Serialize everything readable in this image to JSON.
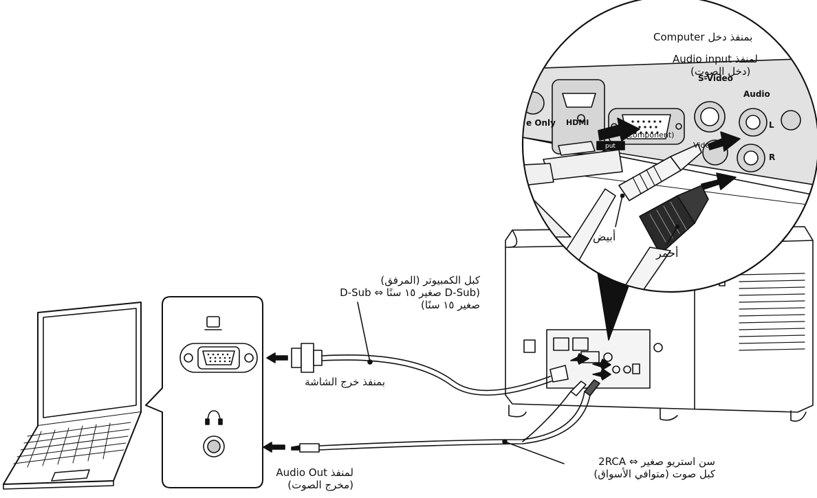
{
  "labels": {
    "computer_input": "بمنفذ دخل Computer",
    "audio_input_line1": "لمنفذ Audio input",
    "audio_input_line2": "(دخل الصوت)",
    "white": "أبيض",
    "red": "أحمر",
    "computer_cable_line1": "كبل الكمبيوتر (المرفق)",
    "computer_cable_line2": "(D-Sub صغير ١٥ سنًا ⇔ D-Sub",
    "computer_cable_line3": "صغير ١٥ سنًا)",
    "monitor_out": "بمنفذ خرج الشاشة",
    "audio_out_line1": "لمنفذ Audio Out",
    "audio_out_line2": "(مخرج الصوت)",
    "audio_cable_line1": "سن استريو صغير ⇔ 2RCA",
    "audio_cable_line2": "كبل صوت (متوافي الأسواق)"
  },
  "panel_labels": {
    "hdmi": "HDMI",
    "svideo": "S-Video",
    "audio": "Audio",
    "video": "Video",
    "component": "(Component)",
    "only": "e Only",
    "left": "L",
    "right": "R",
    "input": "put"
  },
  "icons": [
    "laptop-icon",
    "monitor-icon",
    "headphones-icon",
    "vga-port-icon",
    "audio-jack-icon",
    "projector-icon",
    "arrow-icon"
  ],
  "colors": {
    "stroke": "#111111",
    "panel": "#e6e6e6",
    "dark_plug": "#2a2a2a"
  }
}
